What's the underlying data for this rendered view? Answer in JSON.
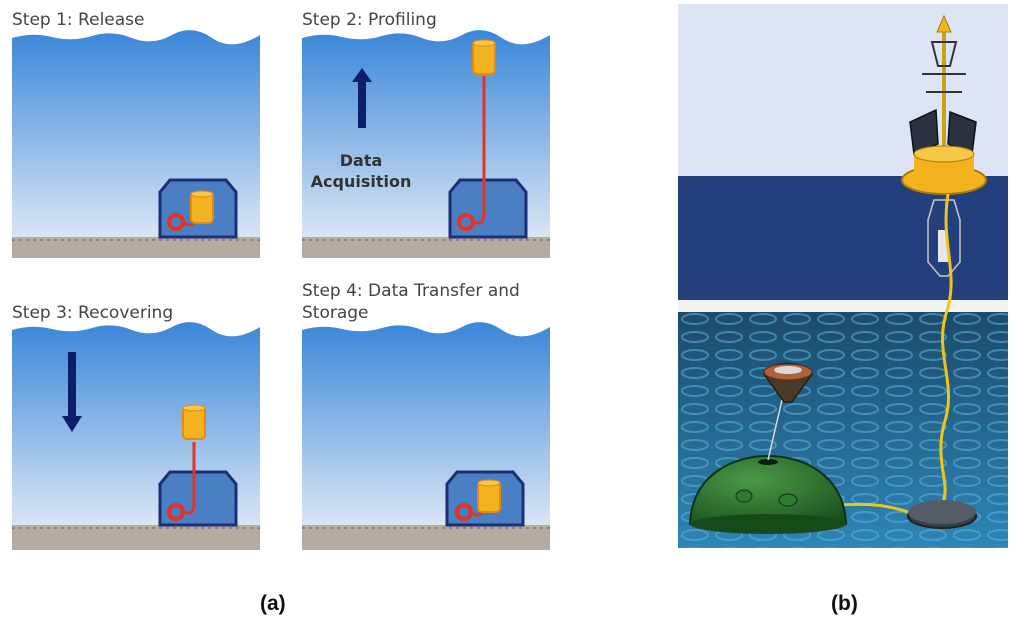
{
  "panel_a": {
    "caption": "(a)",
    "steps": [
      {
        "title": "Step 1: Release"
      },
      {
        "title": "Step 2: Profiling",
        "label_line1": "Data",
        "label_line2": "Acquisition"
      },
      {
        "title": "Step 3: Recovering"
      },
      {
        "title_line1": "Step 4: Data Transfer and",
        "title_line2": "Storage"
      }
    ]
  },
  "panel_b": {
    "caption": "(b)"
  },
  "colors": {
    "water_top": "#3a86d9",
    "water_bottom": "#dbe7f5",
    "housing": "#4a7fc4",
    "housing_border": "#1b2f77",
    "float": "#f2b31f",
    "cable": "#e53222",
    "arrow": "#0d1f6b",
    "sea_surface": "#233f7c",
    "sky": "#dde4f4"
  }
}
